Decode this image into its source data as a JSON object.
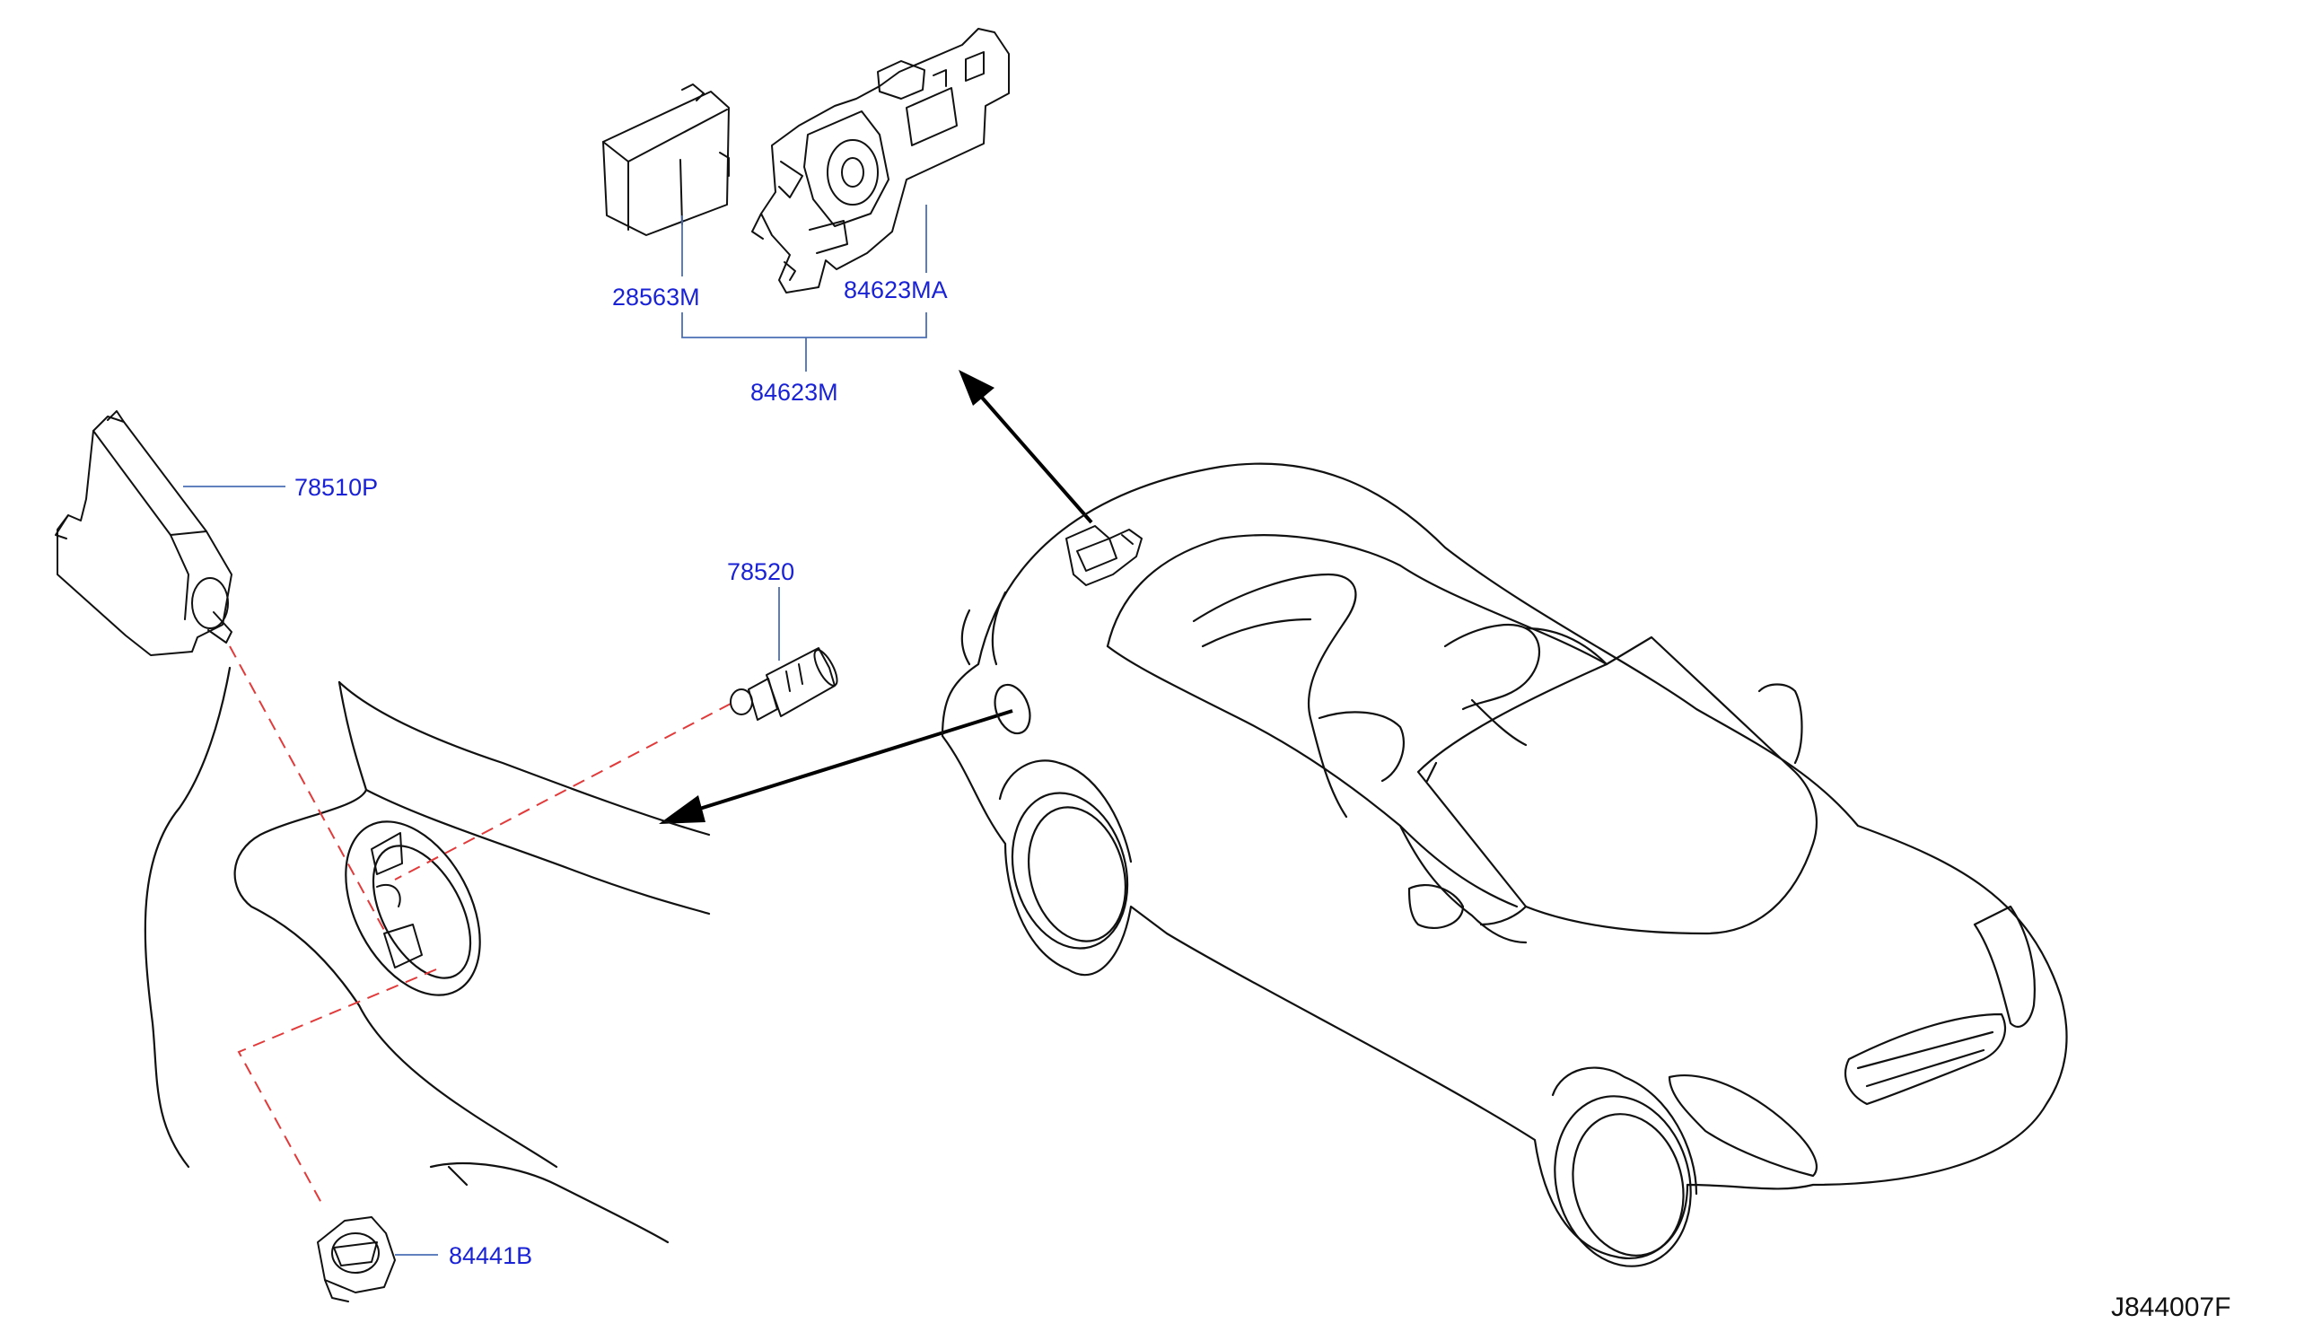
{
  "diagram": {
    "drawing_code": "J844007F",
    "colors": {
      "callout_text": "#1a22d6",
      "leader_line": "#4a6fb5",
      "dashed_line": "#e23a3a",
      "outline": "#111111"
    },
    "parts": [
      {
        "id": "p28563m",
        "label": "28563M"
      },
      {
        "id": "p84623ma",
        "label": "84623MA"
      },
      {
        "id": "p84623m",
        "label": "84623M"
      },
      {
        "id": "p78510p",
        "label": "78510P"
      },
      {
        "id": "p78520",
        "label": "78520"
      },
      {
        "id": "p84441b",
        "label": "84441B"
      }
    ]
  }
}
